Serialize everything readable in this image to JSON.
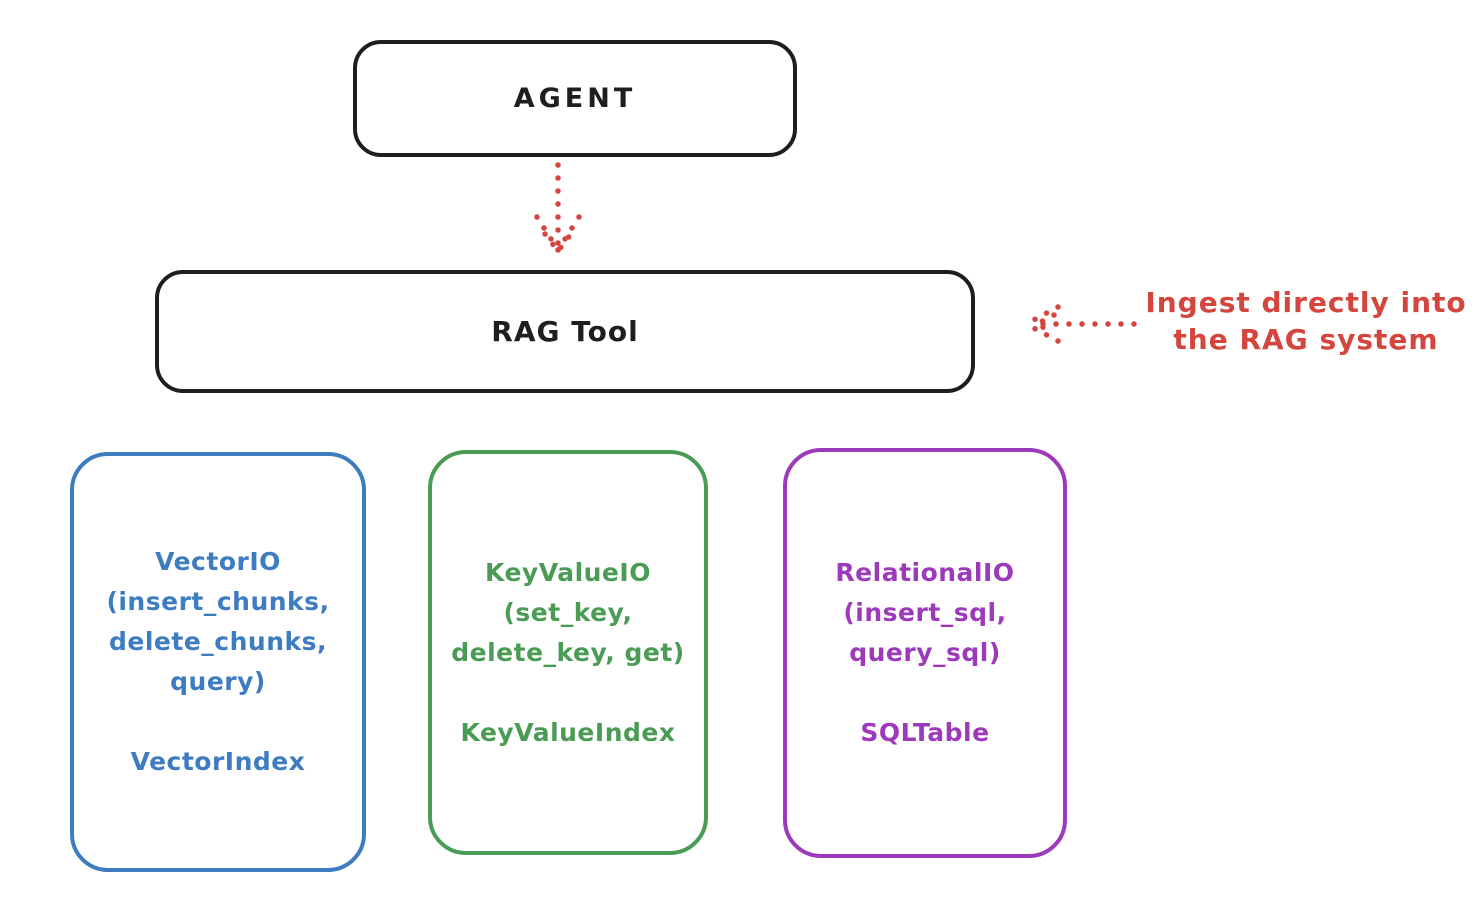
{
  "agent_box": {
    "label": "AGENT"
  },
  "rag_box": {
    "label": "RAG Tool"
  },
  "agent_to_rag_arrow": {
    "direction": "down",
    "style": "dotted",
    "color": "#d4453e"
  },
  "ingest_annotation": {
    "text_line1": "Ingest directly into",
    "text_line2": "the RAG system",
    "color": "#d4453e",
    "arrow_direction": "left",
    "arrow_style": "dotted"
  },
  "io_boxes": [
    {
      "color": "#3e7cc1",
      "lines": [
        "VectorIO",
        "(insert_chunks,",
        "delete_chunks,",
        "query)"
      ],
      "index_label": "VectorIndex"
    },
    {
      "color": "#4a9c55",
      "lines": [
        "KeyValueIO",
        "(set_key,",
        "delete_key, get)"
      ],
      "index_label": "KeyValueIndex"
    },
    {
      "color": "#9d39bb",
      "lines": [
        "RelationalIO",
        "(insert_sql,",
        "query_sql)"
      ],
      "index_label": "SQLTable"
    }
  ]
}
